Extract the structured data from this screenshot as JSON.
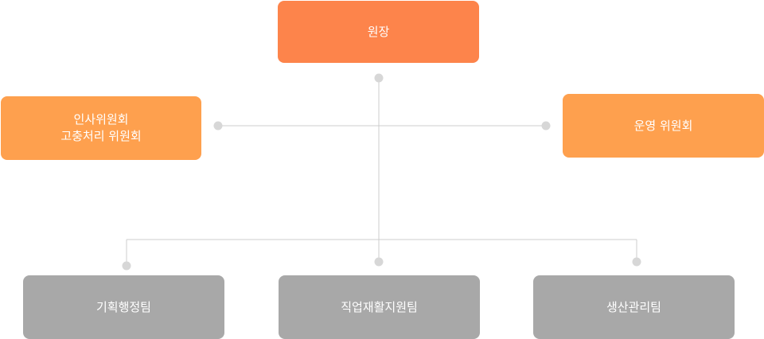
{
  "colors": {
    "director": "#fd844b",
    "committee": "#fea04e",
    "team": "#a8a8a8",
    "line": "#cccccc",
    "dot": "#d7d7d7"
  },
  "nodes": {
    "director": {
      "label": "원장"
    },
    "hr_committee": {
      "lines": [
        "인사위원회",
        "고충처리 위원회"
      ]
    },
    "ops_committee": {
      "label": "운영 위원회"
    },
    "planning_team": {
      "label": "기획행정팀"
    },
    "vocation_team": {
      "label": "직업재활지원팀"
    },
    "production_team": {
      "label": "생산관리팀"
    }
  }
}
